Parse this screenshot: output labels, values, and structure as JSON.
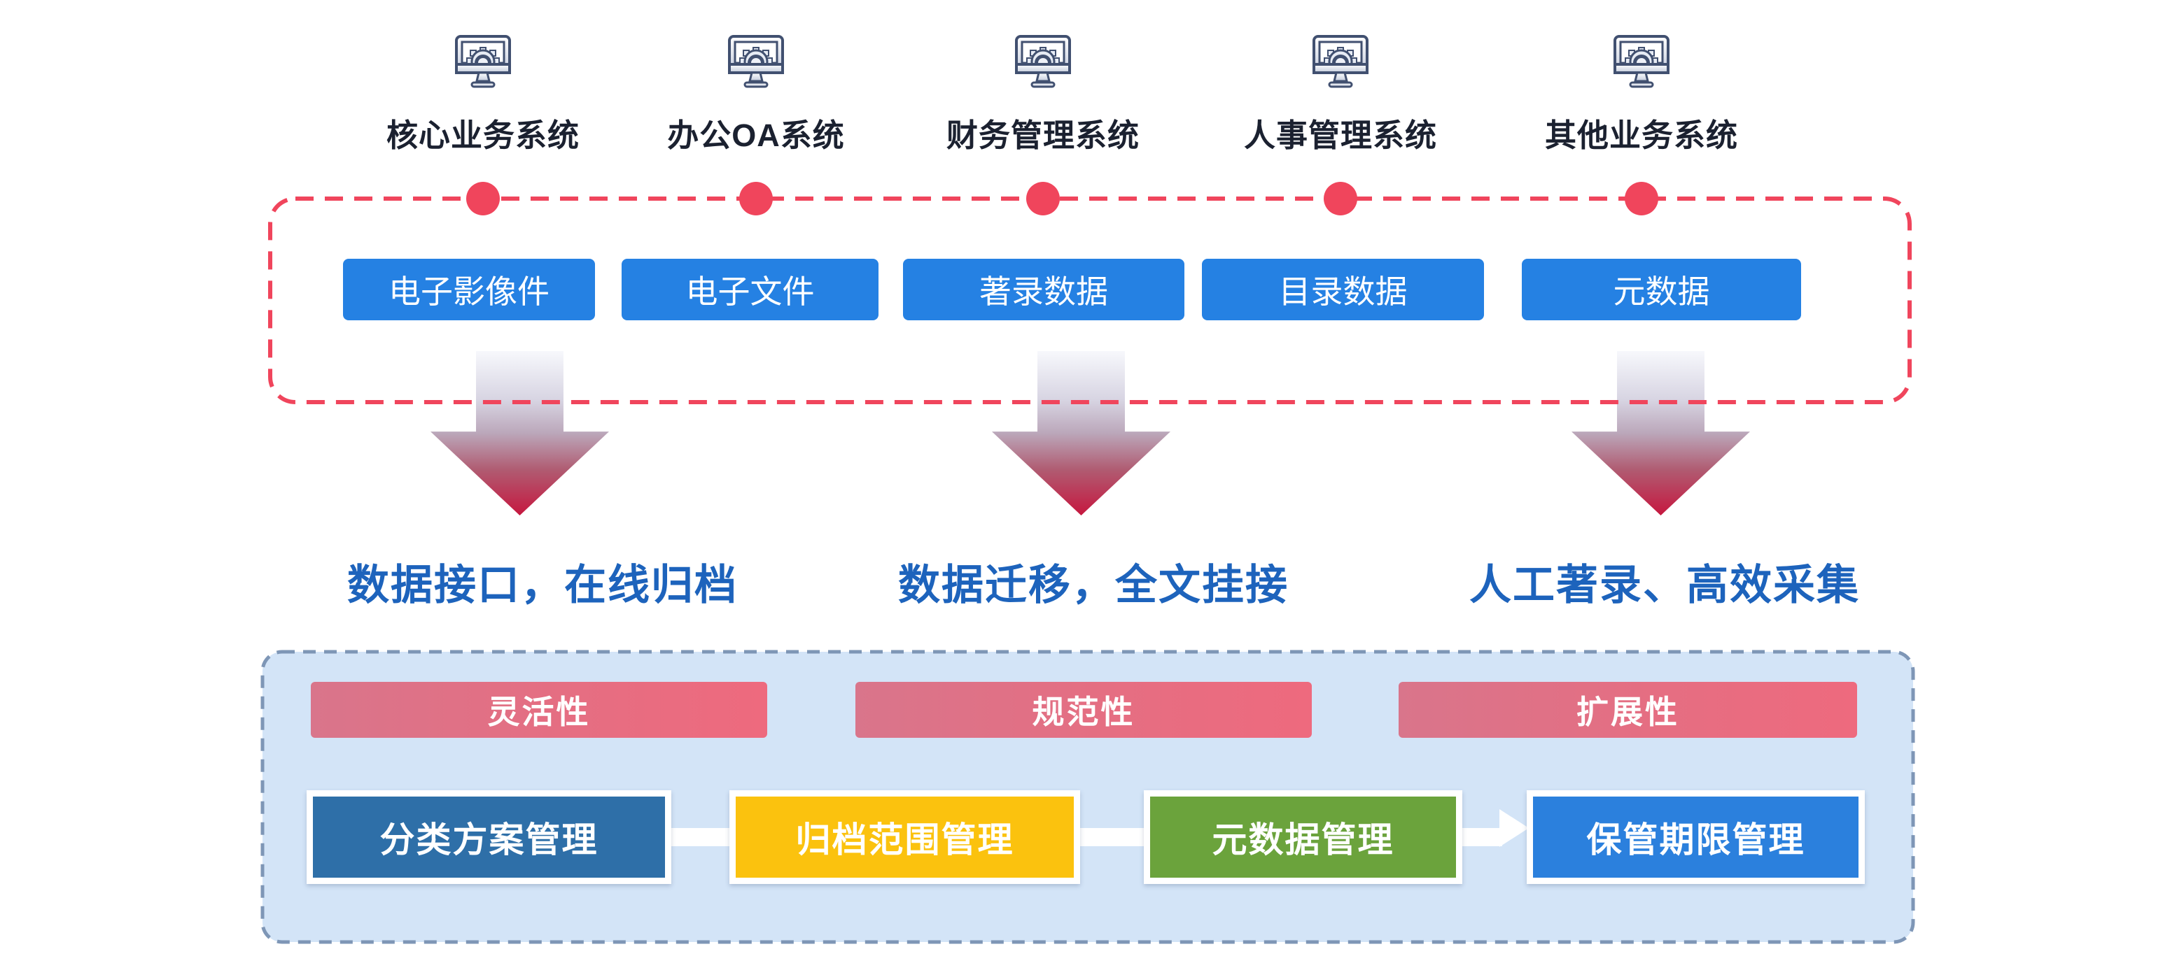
{
  "systems": [
    {
      "label": "核心业务系统",
      "icon": "computer-gear-icon"
    },
    {
      "label": "办公OA系统",
      "icon": "computer-gear-icon"
    },
    {
      "label": "财务管理系统",
      "icon": "computer-gear-icon"
    },
    {
      "label": "人事管理系统",
      "icon": "computer-gear-icon"
    },
    {
      "label": "其他业务系统",
      "icon": "computer-gear-icon"
    }
  ],
  "data_items": [
    {
      "label": "电子影像件"
    },
    {
      "label": "电子文件"
    },
    {
      "label": "著录数据"
    },
    {
      "label": "目录数据"
    },
    {
      "label": "元数据"
    }
  ],
  "methods": [
    {
      "label": "数据接口，在线归档"
    },
    {
      "label": "数据迁移，全文挂接"
    },
    {
      "label": "人工著录、高效采集"
    }
  ],
  "qualities": [
    {
      "label": "灵活性"
    },
    {
      "label": "规范性"
    },
    {
      "label": "扩展性"
    }
  ],
  "modules": [
    {
      "label": "分类方案管理",
      "color": "#2e6fa8"
    },
    {
      "label": "归档范围管理",
      "color": "#fbc20e"
    },
    {
      "label": "元数据管理",
      "color": "#6ba33c"
    },
    {
      "label": "保管期限管理",
      "color": "#2b80dd"
    }
  ],
  "colors": {
    "accent_red": "#f0455c",
    "item_blue": "#2581e3",
    "method_text_blue": "#1d63bc",
    "panel_bg": "#d3e4f7",
    "panel_border": "#7e96b6",
    "quality_pink_start": "#d9758b",
    "quality_pink_end": "#ee6a7e",
    "arrow_gradient_top": "#f7f8fc",
    "arrow_gradient_bottom": "#c6173f",
    "system_label_text": "#1b2130"
  }
}
